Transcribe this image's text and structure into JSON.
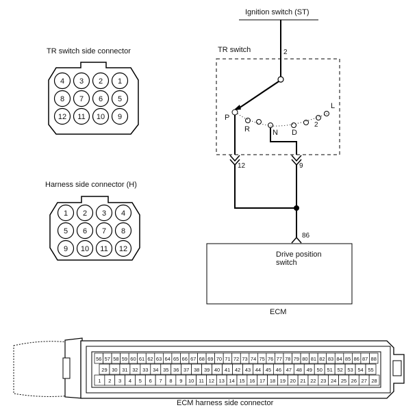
{
  "labels": {
    "ignition": "Ignition switch (ST)",
    "tr_switch": "TR switch",
    "tr_connector": "TR switch side connector",
    "harness_connector": "Harness side connector (H)",
    "drive_position": "Drive position",
    "switch_word": "switch",
    "ecm": "ECM",
    "ecm_connector": "ECM harness side connector"
  },
  "pins": {
    "ign_pin": "2",
    "out_left": "12",
    "out_right": "9",
    "ecm_pin": "86"
  },
  "positions": {
    "p": "P",
    "r": "R",
    "n": "N",
    "d": "D",
    "two": "2",
    "l": "L"
  },
  "tr_side_rows": [
    [
      "4",
      "3",
      "2",
      "1"
    ],
    [
      "8",
      "7",
      "6",
      "5"
    ],
    [
      "12",
      "11",
      "10",
      "9"
    ]
  ],
  "harness_rows": [
    [
      "1",
      "2",
      "3",
      "4"
    ],
    [
      "5",
      "6",
      "7",
      "8"
    ],
    [
      "9",
      "10",
      "11",
      "12"
    ]
  ],
  "ecm_rows": [
    [
      "56",
      "57",
      "58",
      "59",
      "60",
      "61",
      "62",
      "63",
      "64",
      "65",
      "66",
      "67",
      "68",
      "69",
      "70",
      "71",
      "72",
      "73",
      "74",
      "75",
      "76",
      "77",
      "78",
      "79",
      "80",
      "81",
      "82",
      "83",
      "84",
      "85",
      "86",
      "87",
      "88"
    ],
    [
      "29",
      "30",
      "31",
      "32",
      "33",
      "34",
      "35",
      "36",
      "37",
      "38",
      "39",
      "40",
      "41",
      "42",
      "43",
      "44",
      "45",
      "46",
      "47",
      "48",
      "49",
      "50",
      "51",
      "52",
      "53",
      "54",
      "55"
    ],
    [
      "1",
      "2",
      "3",
      "4",
      "5",
      "6",
      "7",
      "8",
      "9",
      "10",
      "11",
      "12",
      "13",
      "14",
      "15",
      "16",
      "17",
      "18",
      "19",
      "20",
      "21",
      "22",
      "23",
      "24",
      "25",
      "26",
      "27",
      "28"
    ]
  ]
}
